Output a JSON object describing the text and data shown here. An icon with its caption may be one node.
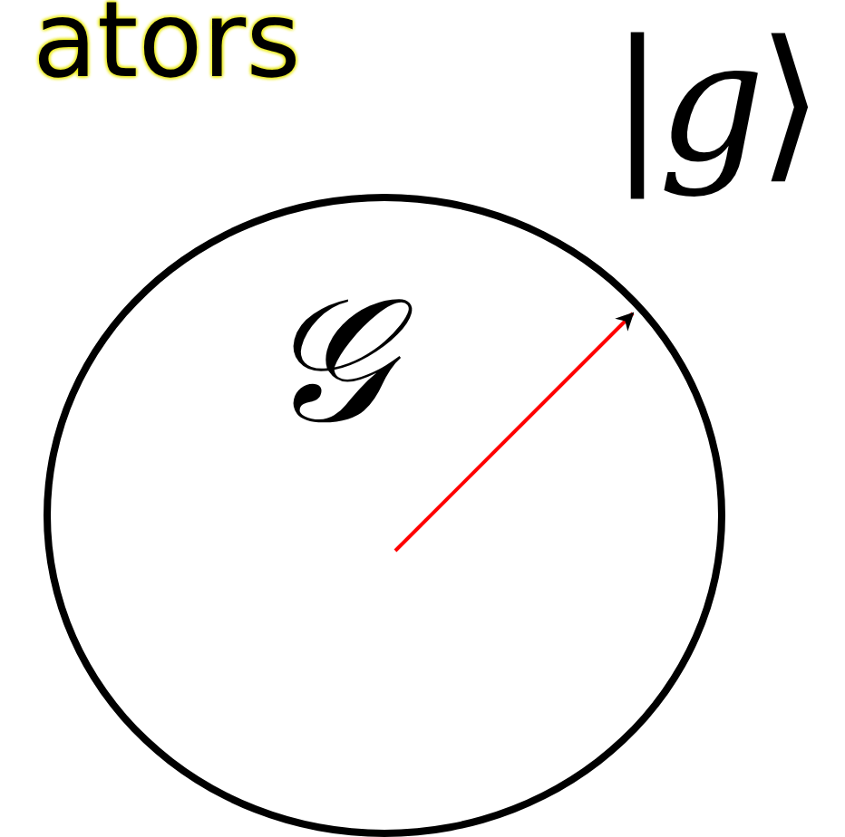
{
  "diagram": {
    "nodes": [
      {
        "text": [
          "𝒢"
        ]
      }
    ],
    "labels": [
      "ators",
      "|*g*⟩"
    ]
  }
}
